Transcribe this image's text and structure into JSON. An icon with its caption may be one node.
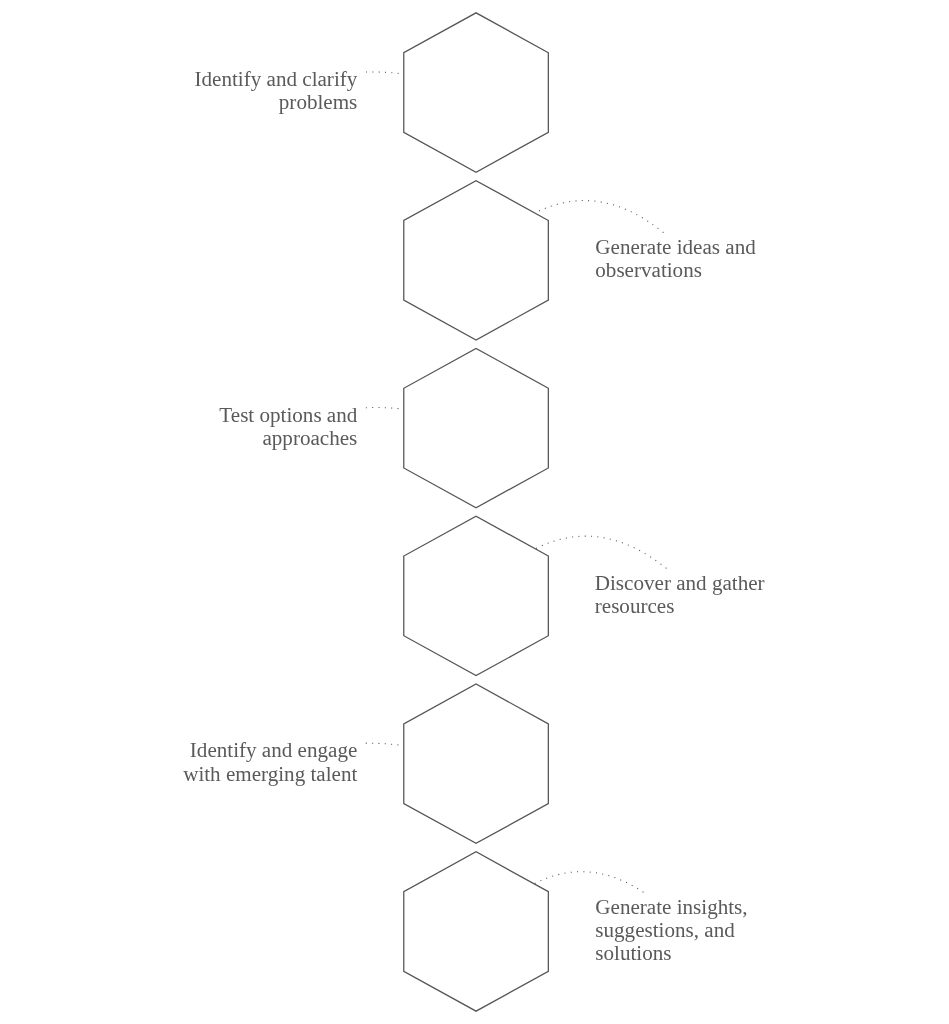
{
  "diagram": {
    "nodes": [
      {
        "text": [
          "Identify and clarify problems"
        ]
      },
      {
        "text": [],
        "shape": "hexagon"
      },
      {
        "text": [],
        "shape": "hexagon"
      },
      {
        "text": [
          "Generate ideas and observations"
        ]
      },
      {
        "text": [
          "Test options and approaches"
        ]
      },
      {
        "text": [],
        "shape": "hexagon"
      },
      {
        "text": [],
        "shape": "hexagon"
      },
      {
        "text": [
          "Discover and gather resources"
        ]
      },
      {
        "text": [
          "Identify and engage with emerging talent"
        ]
      },
      {
        "text": [],
        "shape": "hexagon"
      },
      {
        "text": [],
        "shape": "hexagon"
      },
      {
        "text": [
          "Generate insights, suggestions, and solutions"
        ]
      }
    ],
    "edges": [
      {
        "from": 0,
        "to": 1,
        "arrow": "none",
        "style": "dashed"
      },
      {
        "from": 3,
        "to": 2,
        "arrow": "none",
        "style": "dashed"
      },
      {
        "from": 4,
        "to": 5,
        "arrow": "none",
        "style": "dashed"
      },
      {
        "from": 7,
        "to": 6,
        "arrow": "none",
        "style": "dashed"
      },
      {
        "from": 8,
        "to": 9,
        "arrow": "none",
        "style": "dashed"
      },
      {
        "from": 11,
        "to": 10,
        "arrow": "none",
        "style": "dashed"
      }
    ]
  }
}
